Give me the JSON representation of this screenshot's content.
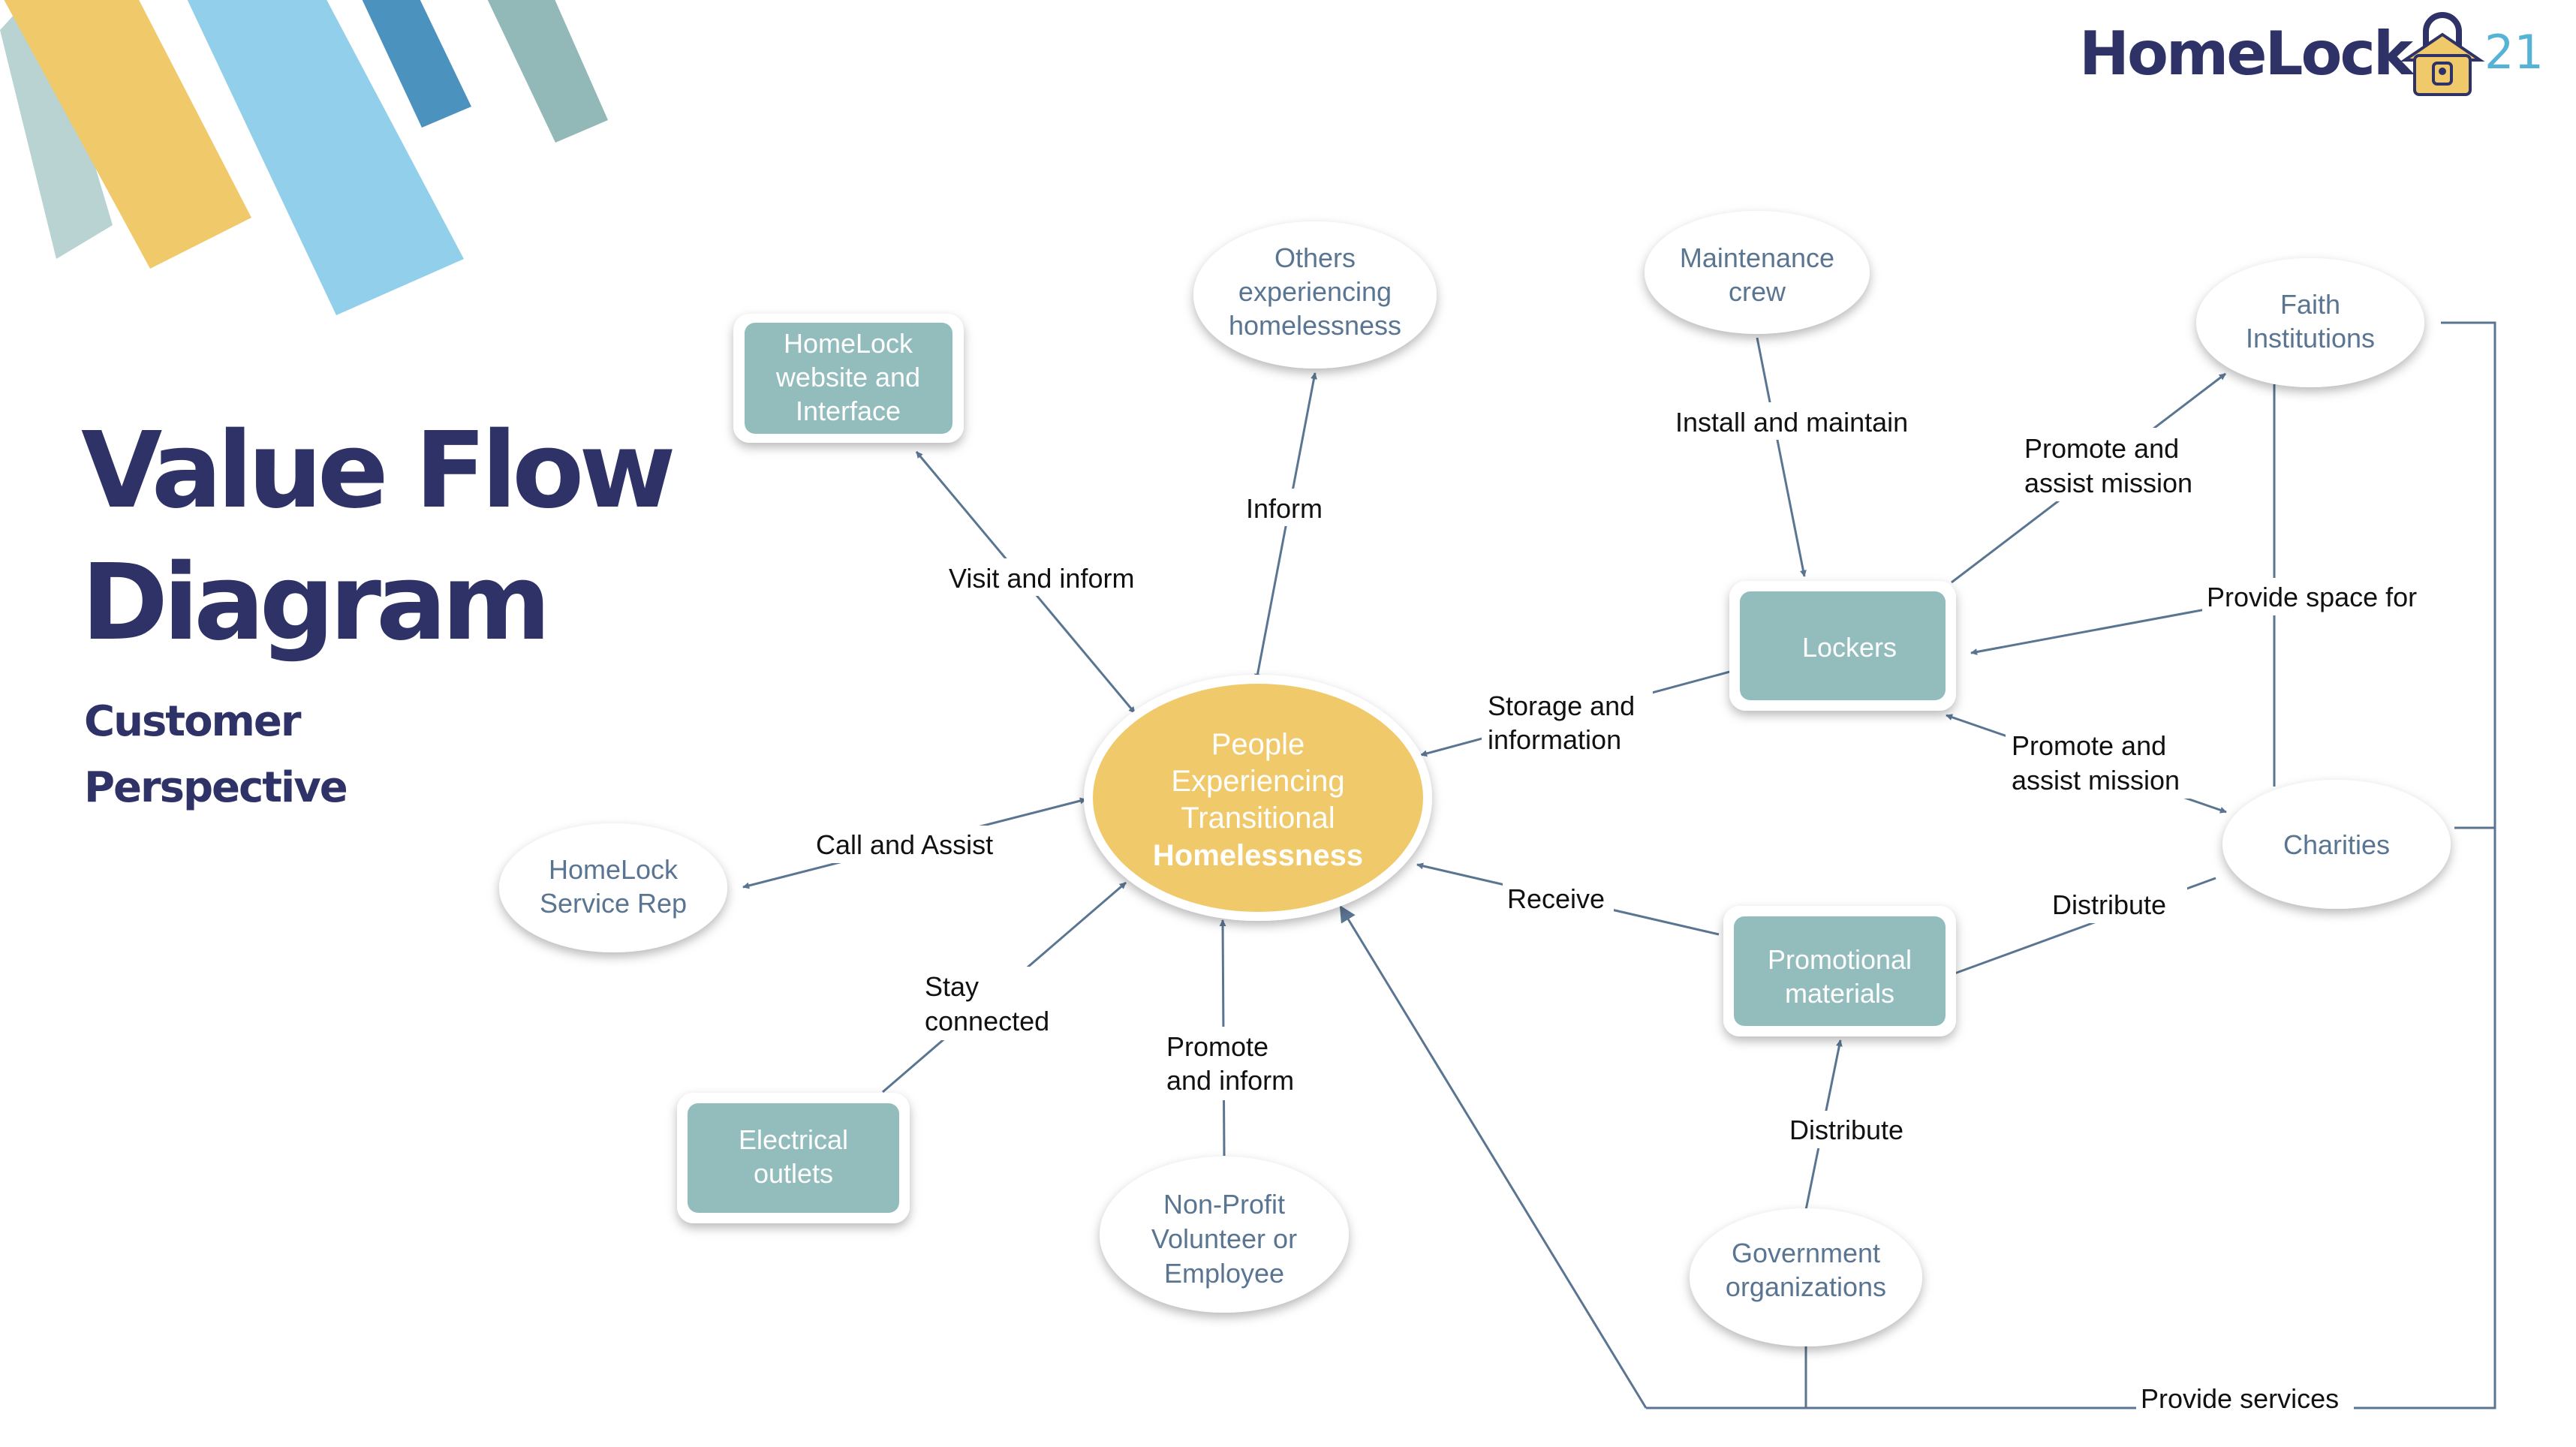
{
  "header": {
    "brand": "HomeLock",
    "page_number": "21",
    "logo_icon": "house-lock-icon"
  },
  "title": {
    "line1": "Value Flow",
    "line2": "Diagram",
    "subtitle_line1": "Customer",
    "subtitle_line2": "Perspective"
  },
  "colors": {
    "title": "#2e3266",
    "center_node": "#f0c96a",
    "box_node": "#93bdbd",
    "connector": "#5a7591",
    "stripe_yellow": "#f0c96a",
    "stripe_lightblue": "#92cfea",
    "stripe_blue": "#4b92bf",
    "stripe_teal": "#92b8b8",
    "stripe_pale": "#b9d3d3"
  },
  "nodes": {
    "center": {
      "line1": "People",
      "line2": "Experiencing",
      "line3": "Transitional",
      "line4": "Homelessness"
    },
    "website": {
      "line1": "HomeLock",
      "line2": "website and",
      "line3": "Interface"
    },
    "others": {
      "line1": "Others",
      "line2": "experiencing",
      "line3": "homelessness"
    },
    "maintenance": {
      "line1": "Maintenance",
      "line2": "crew"
    },
    "faith": {
      "line1": "Faith",
      "line2": "Institutions"
    },
    "lockers": {
      "line1": "Lockers"
    },
    "charities": {
      "line1": "Charities"
    },
    "promo": {
      "line1": "Promotional",
      "line2": "materials"
    },
    "service_rep": {
      "line1": "HomeLock",
      "line2": "Service Rep"
    },
    "electrical": {
      "line1": "Electrical",
      "line2": "outlets"
    },
    "nonprofit": {
      "line1": "Non-Profit",
      "line2": "Volunteer or",
      "line3": "Employee"
    },
    "government": {
      "line1": "Government",
      "line2": "organizations"
    }
  },
  "labels": {
    "visit_inform": "Visit and inform",
    "inform": "Inform",
    "install_l1": "Install and maintain",
    "promote_assist_top_l1": "Promote and",
    "promote_assist_top_l2": "assist mission",
    "provide_space": "Provide space for",
    "storage_l1": "Storage and",
    "storage_l2": "information",
    "promote_assist_bot_l1": "Promote and",
    "promote_assist_bot_l2": "assist mission",
    "call_assist": "Call and Assist",
    "receive": "Receive",
    "distribute_charities": "Distribute",
    "stay_l1": "Stay",
    "stay_l2": "connected",
    "promote_inform_l1": "Promote",
    "promote_inform_l2": "and inform",
    "distribute_gov": "Distribute",
    "provide_services": "Provide services"
  }
}
